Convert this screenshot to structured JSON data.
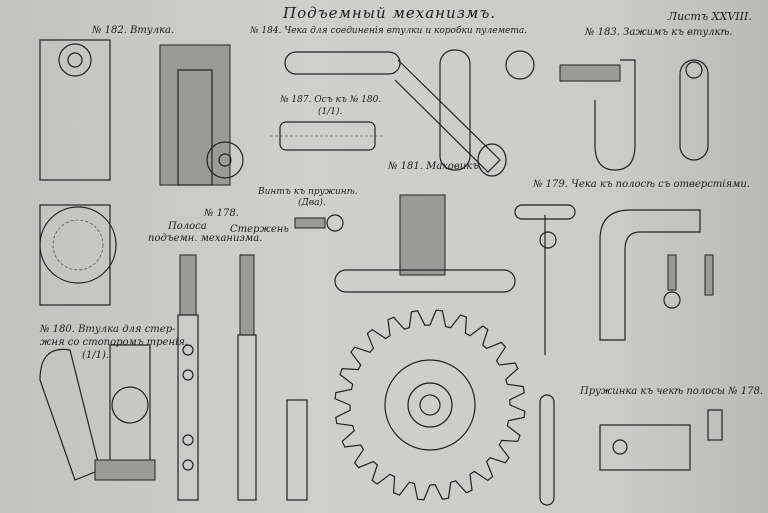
{
  "title": "Подъемный механизмъ.",
  "sheet": "Листъ XXVIII.",
  "parts": {
    "p182": "№ 182. Втулка.",
    "p184": "№ 184. Чека для соединенія втулки и коробки пулемета.",
    "p183": "№ 183. Зажимъ къ втулкѣ.",
    "p187": "№ 187. Осъ къ № 180.",
    "p187_scale": "(1/1).",
    "p181": "№ 181. Маховикъ.",
    "p179": "№ 179. Чека къ полосѣ съ отверстіями.",
    "screw": "Винтъ къ пружинѣ.",
    "screw_qty": "(Два).",
    "p178": "№ 178.",
    "p178_strip": "Полоса",
    "p178_strip2": "подъемн. механизма.",
    "p178_rod": "Стержень",
    "p180": "№ 180. Втулка для стер-",
    "p180_2": "жня со стопоромъ тренія.",
    "p180_scale": "(1/1).",
    "spring": "Пружинка къ чекѣ полосы № 178."
  }
}
